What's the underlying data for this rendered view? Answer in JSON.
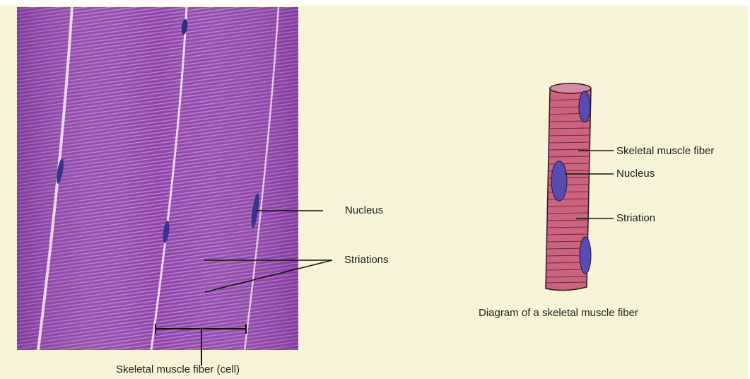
{
  "micrograph": {
    "nucleus_label": "Nucleus",
    "striations_label": "Striations",
    "fiber_label": "Skeletal muscle fiber (cell)"
  },
  "diagram": {
    "fiber_label": "Skeletal muscle fiber",
    "nucleus_label": "Nucleus",
    "striation_label": "Striation",
    "caption": "Diagram of a skeletal muscle fiber"
  },
  "colors": {
    "background": "#f7f3d9",
    "tissue_purple": "#8a3fa6",
    "fiber_pink": "#c8617e",
    "nucleus_blue": "#4b3fa0"
  }
}
